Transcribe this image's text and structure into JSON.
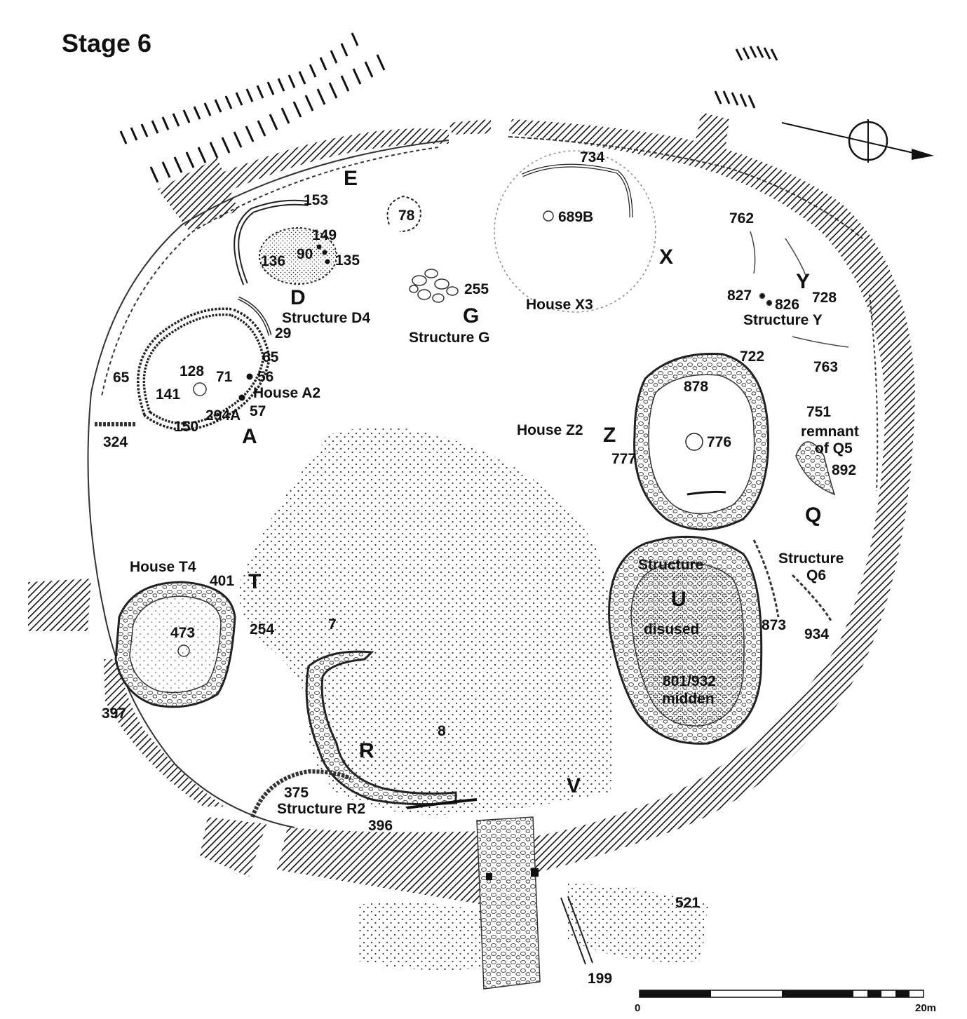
{
  "title": "Stage 6",
  "zone_letters": {
    "E": "E",
    "D": "D",
    "G": "G",
    "X": "X",
    "Y": "Y",
    "A": "A",
    "Z": "Z",
    "Q": "Q",
    "T": "T",
    "U": "U",
    "R": "R",
    "V": "V"
  },
  "structure_names": {
    "house_x3": "House X3",
    "structure_d4": "Structure D4",
    "structure_g": "Structure G",
    "structure_y": "Structure Y",
    "house_a2": "House A2",
    "house_z2": "House Z2",
    "remnant_line1": "remnant",
    "remnant_line2": "of Q5",
    "structure_q6_line1": "Structure",
    "structure_q6_line2": "Q6",
    "house_t4": "House T4",
    "structure_u_line1": "Structure",
    "structure_u_line2": "disused",
    "midden_line1": "801/932",
    "midden_line2": "midden",
    "structure_r2": "Structure R2"
  },
  "feature_numbers": {
    "n734": "734",
    "n78": "78",
    "n689b": "689B",
    "n762": "762",
    "n153": "153",
    "n149": "149",
    "n90": "90",
    "n136": "136",
    "n135": "135",
    "n255": "255",
    "n827": "827",
    "n826": "826",
    "n728": "728",
    "n29": "29",
    "n65a": "65",
    "n65b": "65",
    "n128": "128",
    "n71": "71",
    "n56": "56",
    "n141": "141",
    "n294a": "294A",
    "n57": "57",
    "n150": "150",
    "n324": "324",
    "n722": "722",
    "n763": "763",
    "n878": "878",
    "n751": "751",
    "n776": "776",
    "n777": "777",
    "n892": "892",
    "n401": "401",
    "n473": "473",
    "n254": "254",
    "n7": "7",
    "n873": "873",
    "n934": "934",
    "n397": "397",
    "n8": "8",
    "n375": "375",
    "n396": "396",
    "n521": "521",
    "n199": "199"
  },
  "scale_bar": {
    "start": "0",
    "end": "20m"
  },
  "icons": {
    "north": "north-arrow-icon"
  }
}
